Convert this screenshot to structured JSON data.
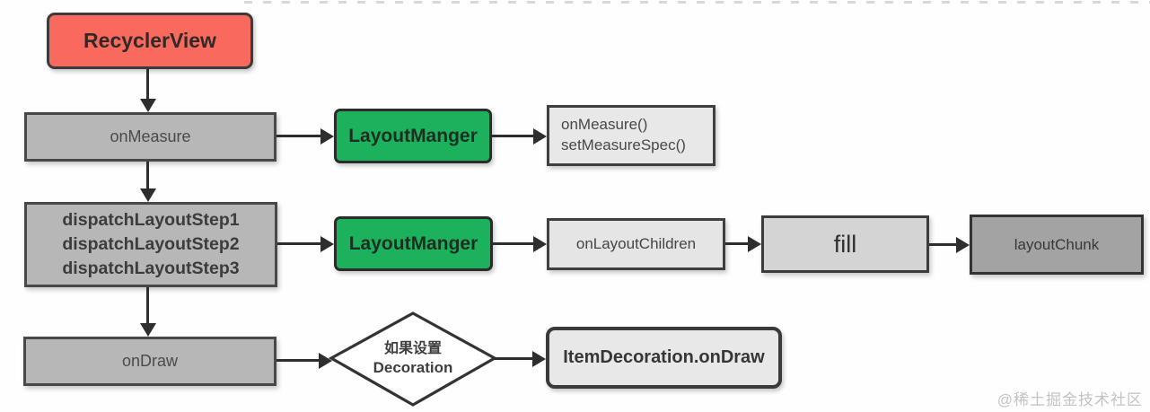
{
  "colors": {
    "red": "#f9695e",
    "green": "#1cb25d",
    "gray_mid": "#b7b7b7",
    "gray_light": "#e8e8e8",
    "gray_fill": "#d4d4d4",
    "gray_dark": "#a3a3a3",
    "arrow": "#2e2e2e"
  },
  "nodes": {
    "recyclerview": {
      "label": "RecyclerView"
    },
    "onmeasure": {
      "label": "onMeasure"
    },
    "layoutmanager1": {
      "label": "LayoutManger"
    },
    "measure_detail": {
      "line1": "onMeasure()",
      "line2": "setMeasureSpec()"
    },
    "dispatch": {
      "line1": "dispatchLayoutStep1",
      "line2": "dispatchLayoutStep2",
      "line3": "dispatchLayoutStep3"
    },
    "layoutmanager2": {
      "label": "LayoutManger"
    },
    "onlayoutchildren": {
      "label": "onLayoutChildren"
    },
    "fill": {
      "label": "fill"
    },
    "layoutchunk": {
      "label": "layoutChunk"
    },
    "ondraw": {
      "label": "onDraw"
    },
    "decision": {
      "line1": "如果设置",
      "line2": "Decoration"
    },
    "itemdecoration": {
      "label": "ItemDecoration.onDraw"
    }
  },
  "watermark": "@稀土掘金技术社区"
}
